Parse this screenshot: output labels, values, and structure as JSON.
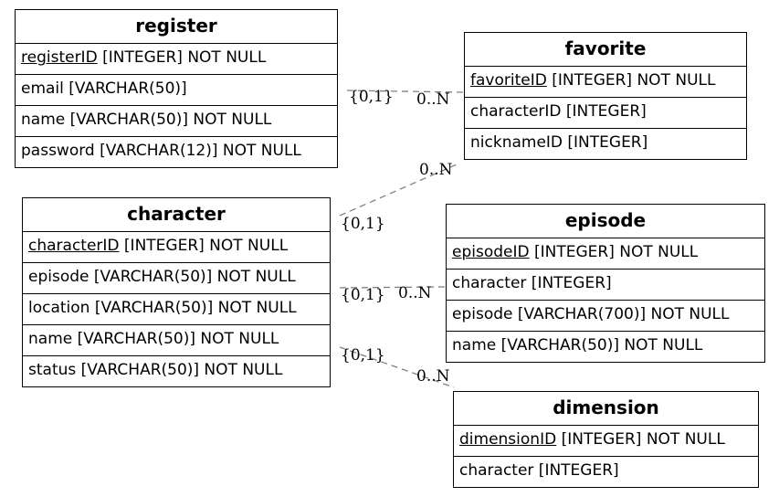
{
  "entities": {
    "register": {
      "name": "register",
      "attributes": [
        {
          "key": "registerID",
          "rest": "[INTEGER] NOT NULL"
        },
        {
          "text": "email [VARCHAR(50)]"
        },
        {
          "text": "name [VARCHAR(50)] NOT NULL"
        },
        {
          "text": "password [VARCHAR(12)] NOT NULL"
        }
      ]
    },
    "favorite": {
      "name": "favorite",
      "attributes": [
        {
          "key": "favoriteID",
          "rest": "[INTEGER] NOT NULL"
        },
        {
          "text": "characterID [INTEGER]"
        },
        {
          "text": "nicknameID [INTEGER]"
        }
      ]
    },
    "character": {
      "name": "character",
      "attributes": [
        {
          "key": "characterID",
          "rest": "[INTEGER] NOT NULL"
        },
        {
          "text": "episode [VARCHAR(50)] NOT NULL"
        },
        {
          "text": "location [VARCHAR(50)] NOT NULL"
        },
        {
          "text": "name [VARCHAR(50)] NOT NULL"
        },
        {
          "text": "status [VARCHAR(50)] NOT NULL"
        }
      ]
    },
    "episode": {
      "name": "episode",
      "attributes": [
        {
          "key": "episodeID",
          "rest": "[INTEGER] NOT NULL"
        },
        {
          "text": "character [INTEGER]"
        },
        {
          "text": "episode [VARCHAR(700)] NOT NULL"
        },
        {
          "text": "name [VARCHAR(50)] NOT NULL"
        }
      ]
    },
    "dimension": {
      "name": "dimension",
      "attributes": [
        {
          "key": "dimensionID",
          "rest": "[INTEGER] NOT NULL"
        },
        {
          "text": "character [INTEGER]"
        }
      ]
    }
  },
  "relationships": [
    {
      "from": "register",
      "to": "favorite",
      "from_card": "{0,1}",
      "to_card": "0..N"
    },
    {
      "from": "character",
      "to": "favorite",
      "from_card": "{0,1}",
      "to_card": "0..N"
    },
    {
      "from": "character",
      "to": "episode",
      "from_card": "{0,1}",
      "to_card": "0..N"
    },
    {
      "from": "character",
      "to": "dimension",
      "from_card": "{0,1}",
      "to_card": "0..N"
    }
  ],
  "colors": {
    "line": "#808080",
    "border": "#000000",
    "text": "#000000"
  }
}
